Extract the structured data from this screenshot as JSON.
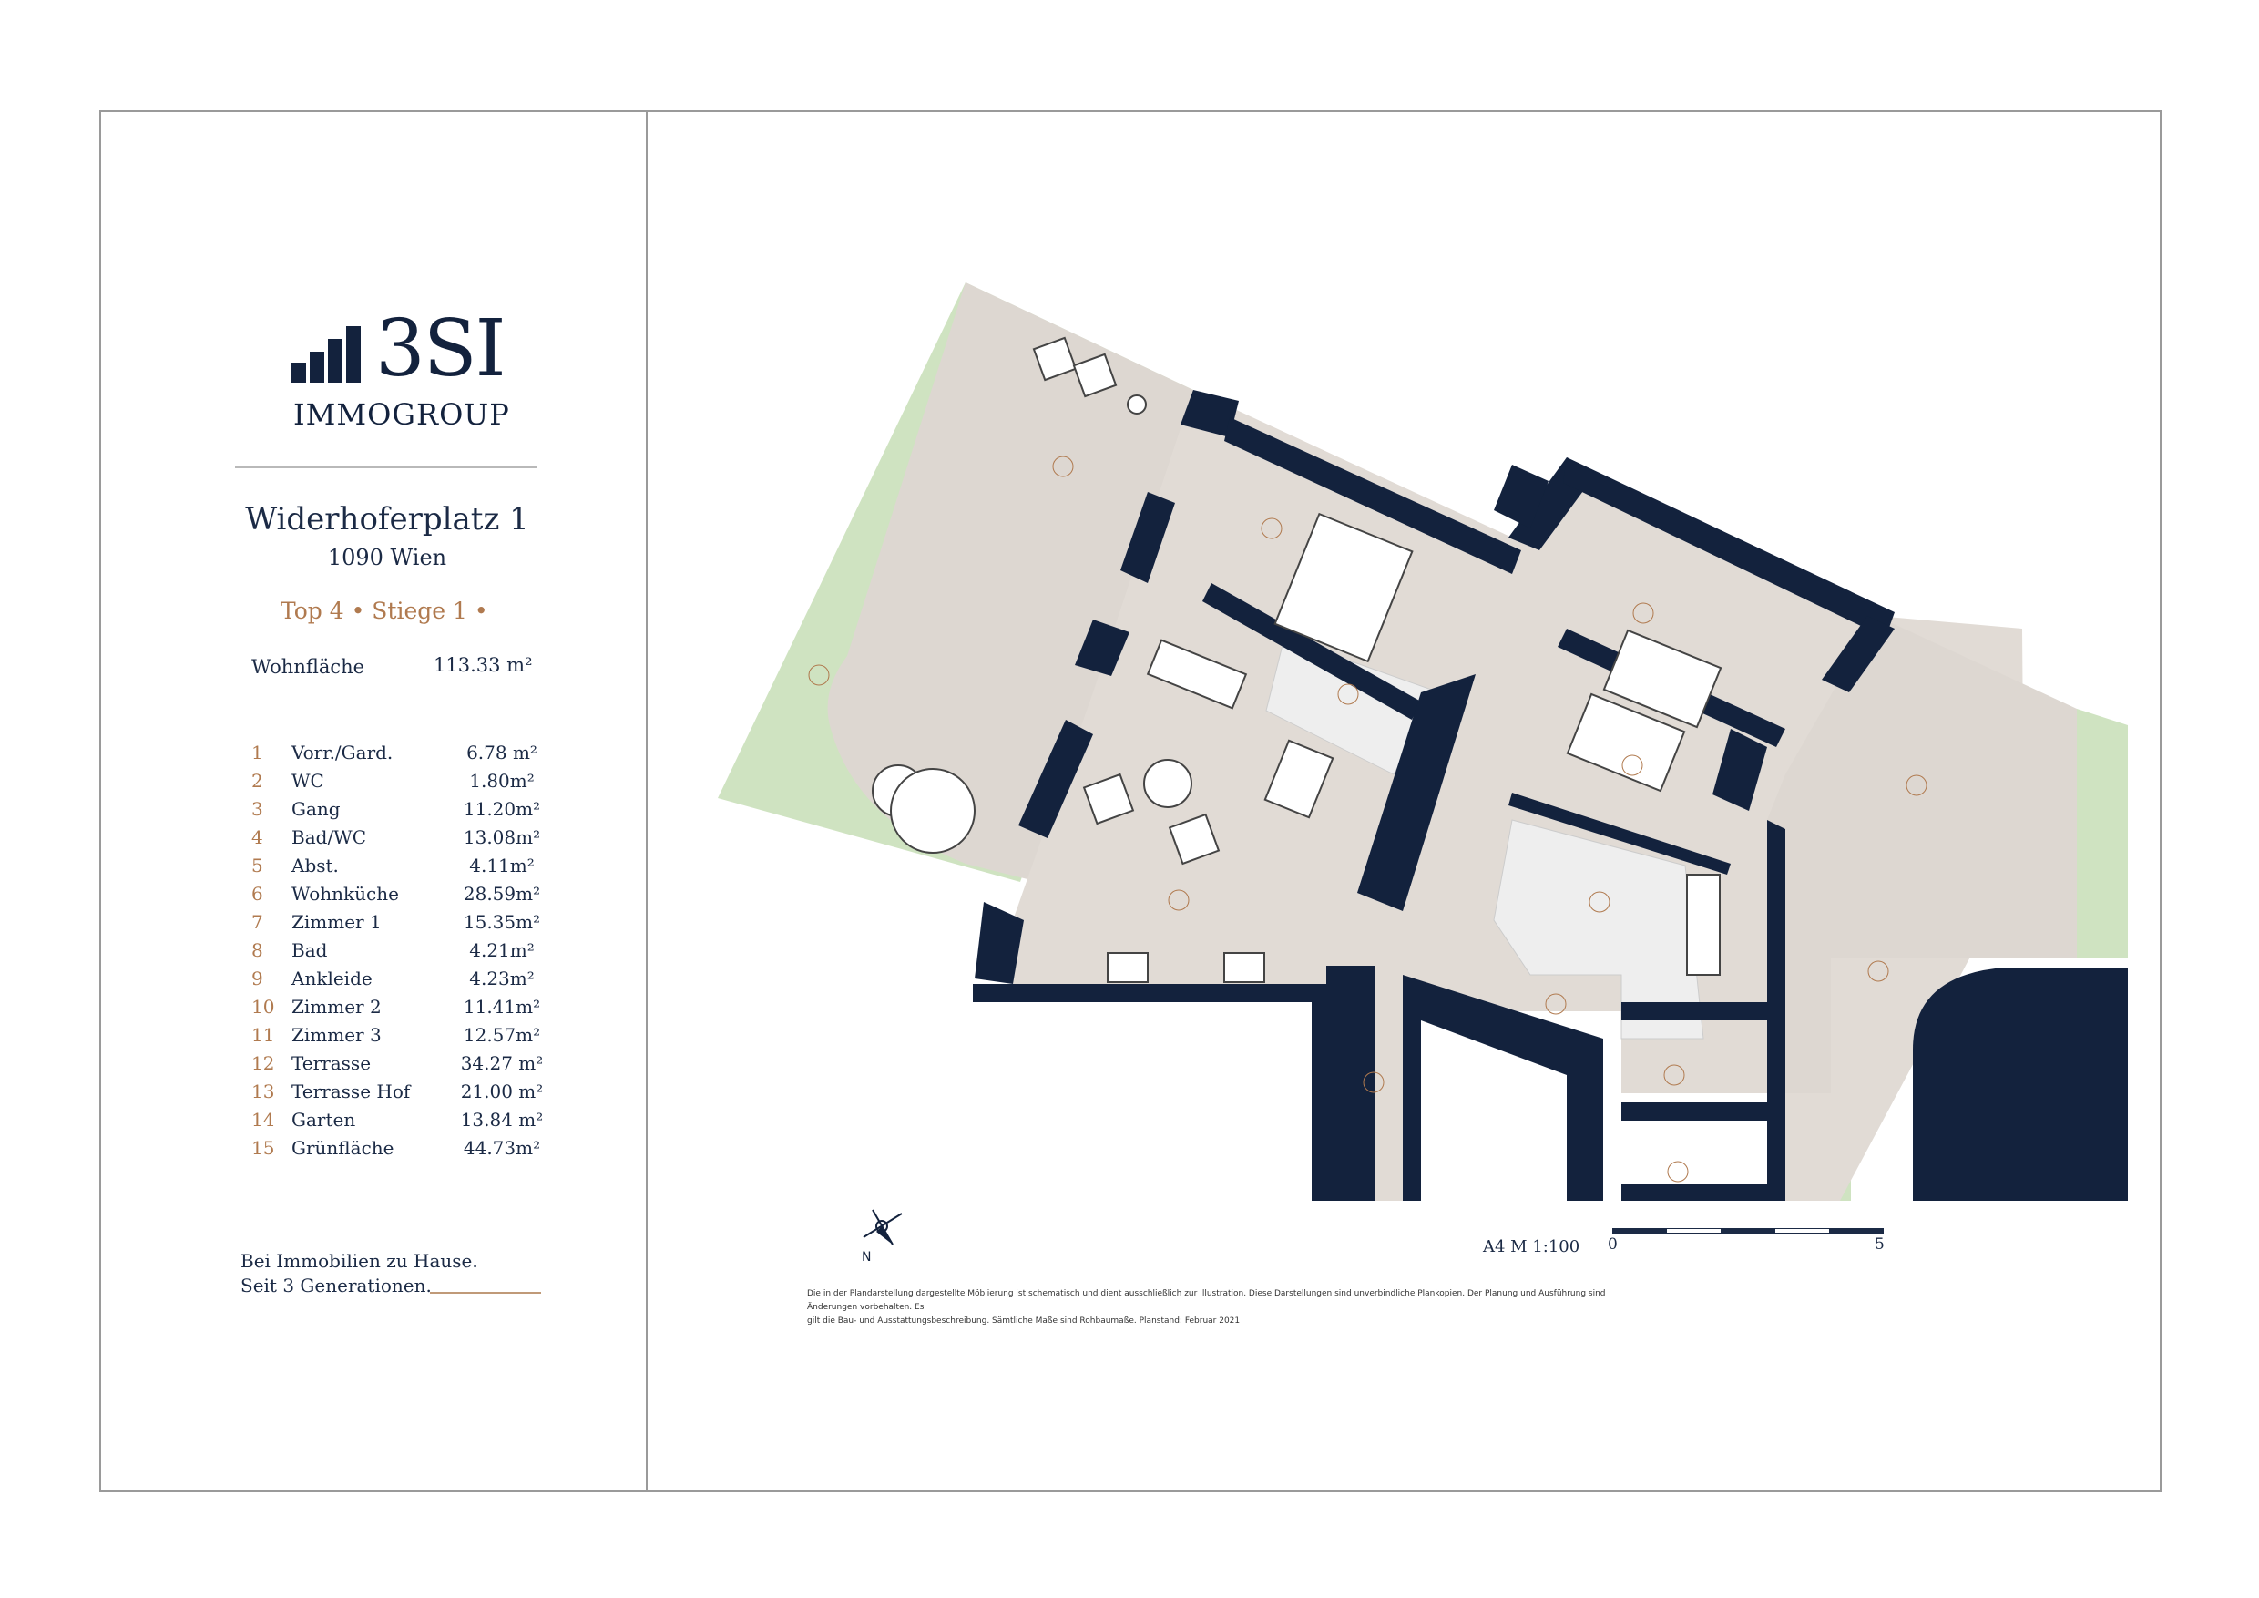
{
  "brand": {
    "logo_text": "3SI",
    "logo_sub": "IMMOGROUP",
    "color_navy": "#13223d",
    "color_accent": "#b07a4f"
  },
  "address": {
    "title": "Widerhoferplatz 1",
    "city": "1090 Wien"
  },
  "unit_label": "Top 4 • Stiege 1 •",
  "wohnflaeche": {
    "label": "Wohnfläche",
    "value": "113.33 m²"
  },
  "rooms": [
    {
      "num": "1",
      "name": "Vorr./Gard.",
      "area": "6.78 m²"
    },
    {
      "num": "2",
      "name": "WC",
      "area": "1.80m²"
    },
    {
      "num": "3",
      "name": "Gang",
      "area": "11.20m²"
    },
    {
      "num": "4",
      "name": "Bad/WC",
      "area": "13.08m²"
    },
    {
      "num": "5",
      "name": "Abst.",
      "area": "4.11m²"
    },
    {
      "num": "6",
      "name": "Wohnküche",
      "area": "28.59m²"
    },
    {
      "num": "7",
      "name": "Zimmer 1",
      "area": "15.35m²"
    },
    {
      "num": "8",
      "name": "Bad",
      "area": "4.21m²"
    },
    {
      "num": "9",
      "name": "Ankleide",
      "area": "4.23m²"
    },
    {
      "num": "10",
      "name": "Zimmer 2",
      "area": "11.41m²"
    },
    {
      "num": "11",
      "name": "Zimmer 3",
      "area": "12.57m²"
    },
    {
      "num": "12",
      "name": "Terrasse",
      "area": "34.27 m²"
    },
    {
      "num": "13",
      "name": "Terrasse Hof",
      "area": "21.00 m²"
    },
    {
      "num": "14",
      "name": "Garten",
      "area": "13.84 m²"
    },
    {
      "num": "15",
      "name": "Grünfläche",
      "area": "44.73m²"
    }
  ],
  "tagline": {
    "line1": "Bei Immobilien zu Hause.",
    "line2": "Seit 3 Generationen."
  },
  "plan": {
    "scale_text": "A4  M 1:100",
    "scale_start": "0",
    "scale_end": "5",
    "north": "N",
    "disclaimer_line1": "Die in der Plandarstellung dargestellte Möblierung ist schematisch und dient ausschließlich zur Illustration. Diese Darstellungen sind unverbindliche Plankopien. Der Planung und Ausführung sind Änderungen vorbehalten. Es",
    "disclaimer_line2": "gilt die Bau- und Ausstattungsbeschreibung. Sämtliche Maße sind Rohbaumaße. Planstand: Februar 2021",
    "colors": {
      "wall": "#13223d",
      "floor": "#e1dbd5",
      "green": "#cfe3c1",
      "tile": "#eeeeee"
    }
  }
}
